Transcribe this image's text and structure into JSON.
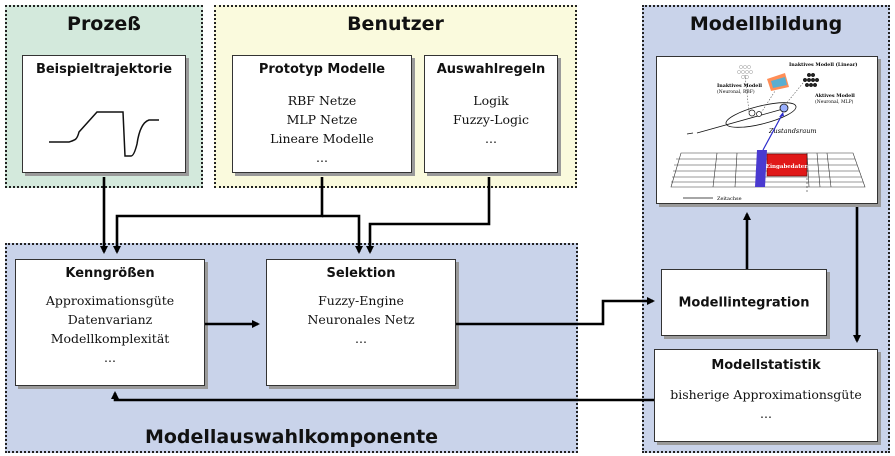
{
  "regions": {
    "prozess": "Prozeß",
    "benutzer": "Benutzer",
    "modellbildung": "Modellbildung",
    "modellauswahl": "Modellauswahlkomponente"
  },
  "boxes": {
    "beispieltrajektorie": {
      "title": "Beispieltrajektorie"
    },
    "prototyp": {
      "title": "Prototyp Modelle",
      "lines": [
        "RBF Netze",
        "MLP Netze",
        "Lineare Modelle",
        "..."
      ]
    },
    "auswahlregeln": {
      "title": "Auswahlregeln",
      "lines": [
        "Logik",
        "Fuzzy-Logic",
        "..."
      ]
    },
    "kenngroessen": {
      "title": "Kenngrößen",
      "lines": [
        "Approximationsgüte",
        "Datenvarianz",
        "Modellkomplexität",
        "..."
      ]
    },
    "selektion": {
      "title": "Selektion",
      "lines": [
        "Fuzzy-Engine",
        "Neuronales Netz",
        "..."
      ]
    },
    "modellintegration": {
      "title": "Modellintegration"
    },
    "modellstatistik": {
      "title": "Modellstatistik",
      "lines": [
        "bisherige Approximationsgüte",
        "..."
      ]
    }
  },
  "illustration": {
    "inaktiv_linear": "Inaktives Modell (Linear)",
    "inaktiv_neuronal_title": "Inaktives Modell",
    "inaktiv_neuronal_sub": "(Neuronal, RBF)",
    "aktiv_title": "Aktives Modell",
    "aktiv_sub": "(Neuronal, MLP)",
    "zustandsraum": "Zustandsraum",
    "eingabedaten": "Eingabedaten",
    "zeitachse": "Zeitachse"
  },
  "colors": {
    "prozess_bg": "#d3e9dc",
    "benutzer_bg": "#fafadd",
    "blue_bg": "#c9d3ea",
    "eingabe_red": "#e01818"
  }
}
